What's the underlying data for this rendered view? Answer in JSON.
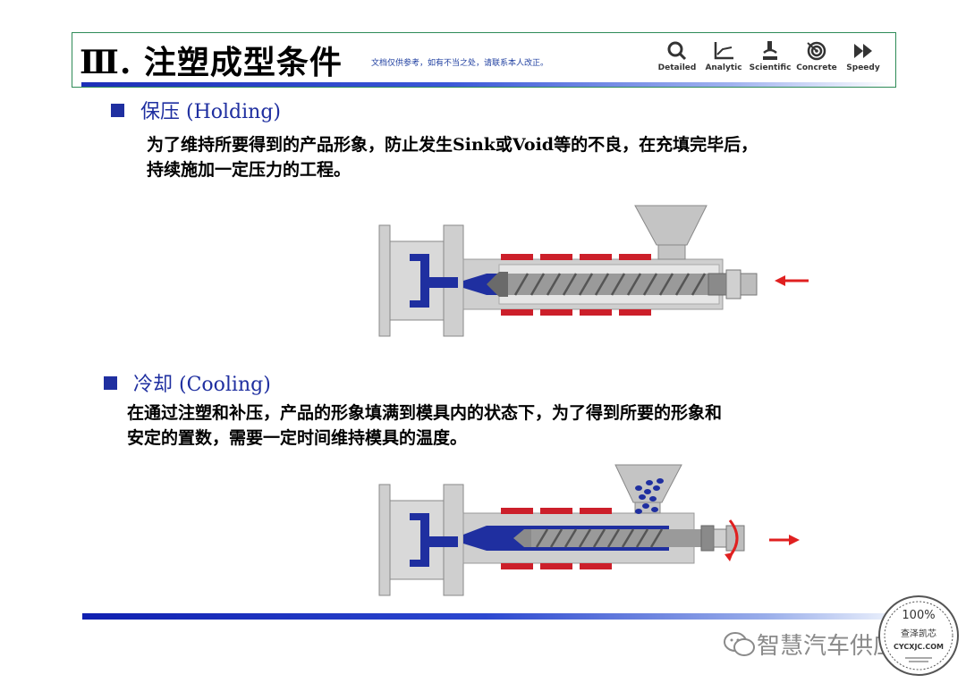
{
  "header": {
    "title": "Ⅲ.  注塑成型条件",
    "note": "文档仅供参考，如有不当之处，请联系本人改正。",
    "icons": [
      {
        "name": "magnifier-icon",
        "label": "Detailed"
      },
      {
        "name": "chart-icon",
        "label": "Analytic"
      },
      {
        "name": "microscope-icon",
        "label": "Scientific"
      },
      {
        "name": "target-icon",
        "label": "Concrete"
      },
      {
        "name": "fast-forward-icon",
        "label": "Speedy"
      }
    ]
  },
  "holding": {
    "heading": "保压 (Holding)",
    "lines": [
      "为了维持所要得到的产品形象，防止发生Sink或Void等的不良，在充填完毕后，",
      "持续施加一定压力的工程。"
    ]
  },
  "cooling": {
    "heading": "冷却 (Cooling)",
    "lines": [
      "在通过注塑和补压，产品的形象填满到模具内的状态下，为了得到所要的形象和",
      "安定的置数，需要一定时间维持模具的温度。"
    ]
  },
  "watermark": {
    "text": "智慧汽车供应链"
  },
  "stamp": {
    "top": "100%",
    "middle": "查泽凯芯",
    "bottom": "CYCXJC.COM"
  },
  "colors": {
    "blue": "#1f2fa0",
    "red": "#e02020",
    "heater": "#cc1f2a",
    "grey": "#c9c9c9"
  }
}
